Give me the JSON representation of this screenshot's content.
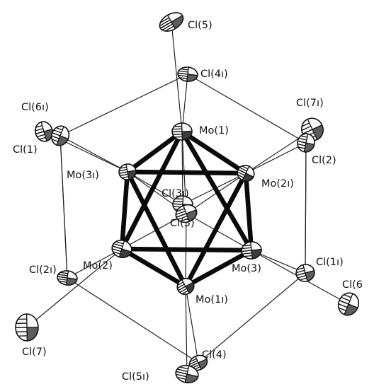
{
  "atoms": [
    {
      "id": "Cl5",
      "label": "Cl(5)",
      "kind": "Cl"
    },
    {
      "id": "Cl4i",
      "label": "Cl(4ı)",
      "kind": "Cl"
    },
    {
      "id": "Cl6i",
      "label": "Cl(6ı)",
      "kind": "Cl"
    },
    {
      "id": "Cl1",
      "label": "Cl(1)",
      "kind": "Cl"
    },
    {
      "id": "Mo1",
      "label": "Mo(1)",
      "kind": "Mo"
    },
    {
      "id": "Cl7i",
      "label": "Cl(7ı)",
      "kind": "Cl"
    },
    {
      "id": "Cl2",
      "label": "Cl(2)",
      "kind": "Cl"
    },
    {
      "id": "Mo3i",
      "label": "Mo(3ı)",
      "kind": "Mo"
    },
    {
      "id": "Mo2i",
      "label": "Mo(2ı)",
      "kind": "Mo"
    },
    {
      "id": "Cl3i",
      "label": "Cl(3ı)",
      "kind": "Cl"
    },
    {
      "id": "Cl3",
      "label": "Cl(3)",
      "kind": "Cl"
    },
    {
      "id": "Mo2",
      "label": "Mo(2)",
      "kind": "Mo"
    },
    {
      "id": "Mo3",
      "label": "Mo(3)",
      "kind": "Mo"
    },
    {
      "id": "Mo1i",
      "label": "Mo(1ı)",
      "kind": "Mo"
    },
    {
      "id": "Cl2i",
      "label": "Cl(2ı)",
      "kind": "Cl"
    },
    {
      "id": "Cl1i",
      "label": "Cl(1ı)",
      "kind": "Cl"
    },
    {
      "id": "Cl6",
      "label": "Cl(6",
      "kind": "Cl"
    },
    {
      "id": "Cl7",
      "label": "Cl(7)",
      "kind": "Cl"
    },
    {
      "id": "Cl4",
      "label": "Cl(4)",
      "kind": "Cl"
    },
    {
      "id": "Cl5i",
      "label": "Cl(5ı)",
      "kind": "Cl"
    }
  ],
  "bonds": {
    "mo_mo": [
      [
        "Mo1",
        "Mo3i"
      ],
      [
        "Mo1",
        "Mo2i"
      ],
      [
        "Mo1",
        "Mo2"
      ],
      [
        "Mo1",
        "Mo3"
      ],
      [
        "Mo3i",
        "Mo2i"
      ],
      [
        "Mo3i",
        "Mo2"
      ],
      [
        "Mo3i",
        "Mo1i"
      ],
      [
        "Mo2i",
        "Mo3"
      ],
      [
        "Mo2i",
        "Mo1i"
      ],
      [
        "Mo2",
        "Mo3"
      ],
      [
        "Mo2",
        "Mo1i"
      ],
      [
        "Mo3",
        "Mo1i"
      ]
    ],
    "mo_cl_apical": [
      [
        "Mo1",
        "Cl5"
      ],
      [
        "Mo3i",
        "Cl6i"
      ],
      [
        "Mo2i",
        "Cl7i"
      ],
      [
        "Mo2",
        "Cl7"
      ],
      [
        "Mo3",
        "Cl6"
      ],
      [
        "Mo1i",
        "Cl5i"
      ]
    ],
    "mo_cl_inner": [
      [
        "Mo1",
        "Cl3i"
      ],
      [
        "Mo3i",
        "Cl3i"
      ],
      [
        "Mo2i",
        "Cl3i"
      ],
      [
        "Mo2",
        "Cl3"
      ],
      [
        "Mo3",
        "Cl3"
      ],
      [
        "Mo1i",
        "Cl3"
      ],
      [
        "Mo3i",
        "Cl3"
      ],
      [
        "Mo2i",
        "Cl3"
      ],
      [
        "Mo1",
        "Cl3"
      ]
    ],
    "cube_edges": [
      [
        "Cl4i",
        "Cl1"
      ],
      [
        "Cl4i",
        "Cl2"
      ],
      [
        "Cl1",
        "Cl2i"
      ],
      [
        "Cl2",
        "Cl1i"
      ],
      [
        "Cl2i",
        "Cl4"
      ],
      [
        "Cl1i",
        "Cl4"
      ]
    ]
  }
}
